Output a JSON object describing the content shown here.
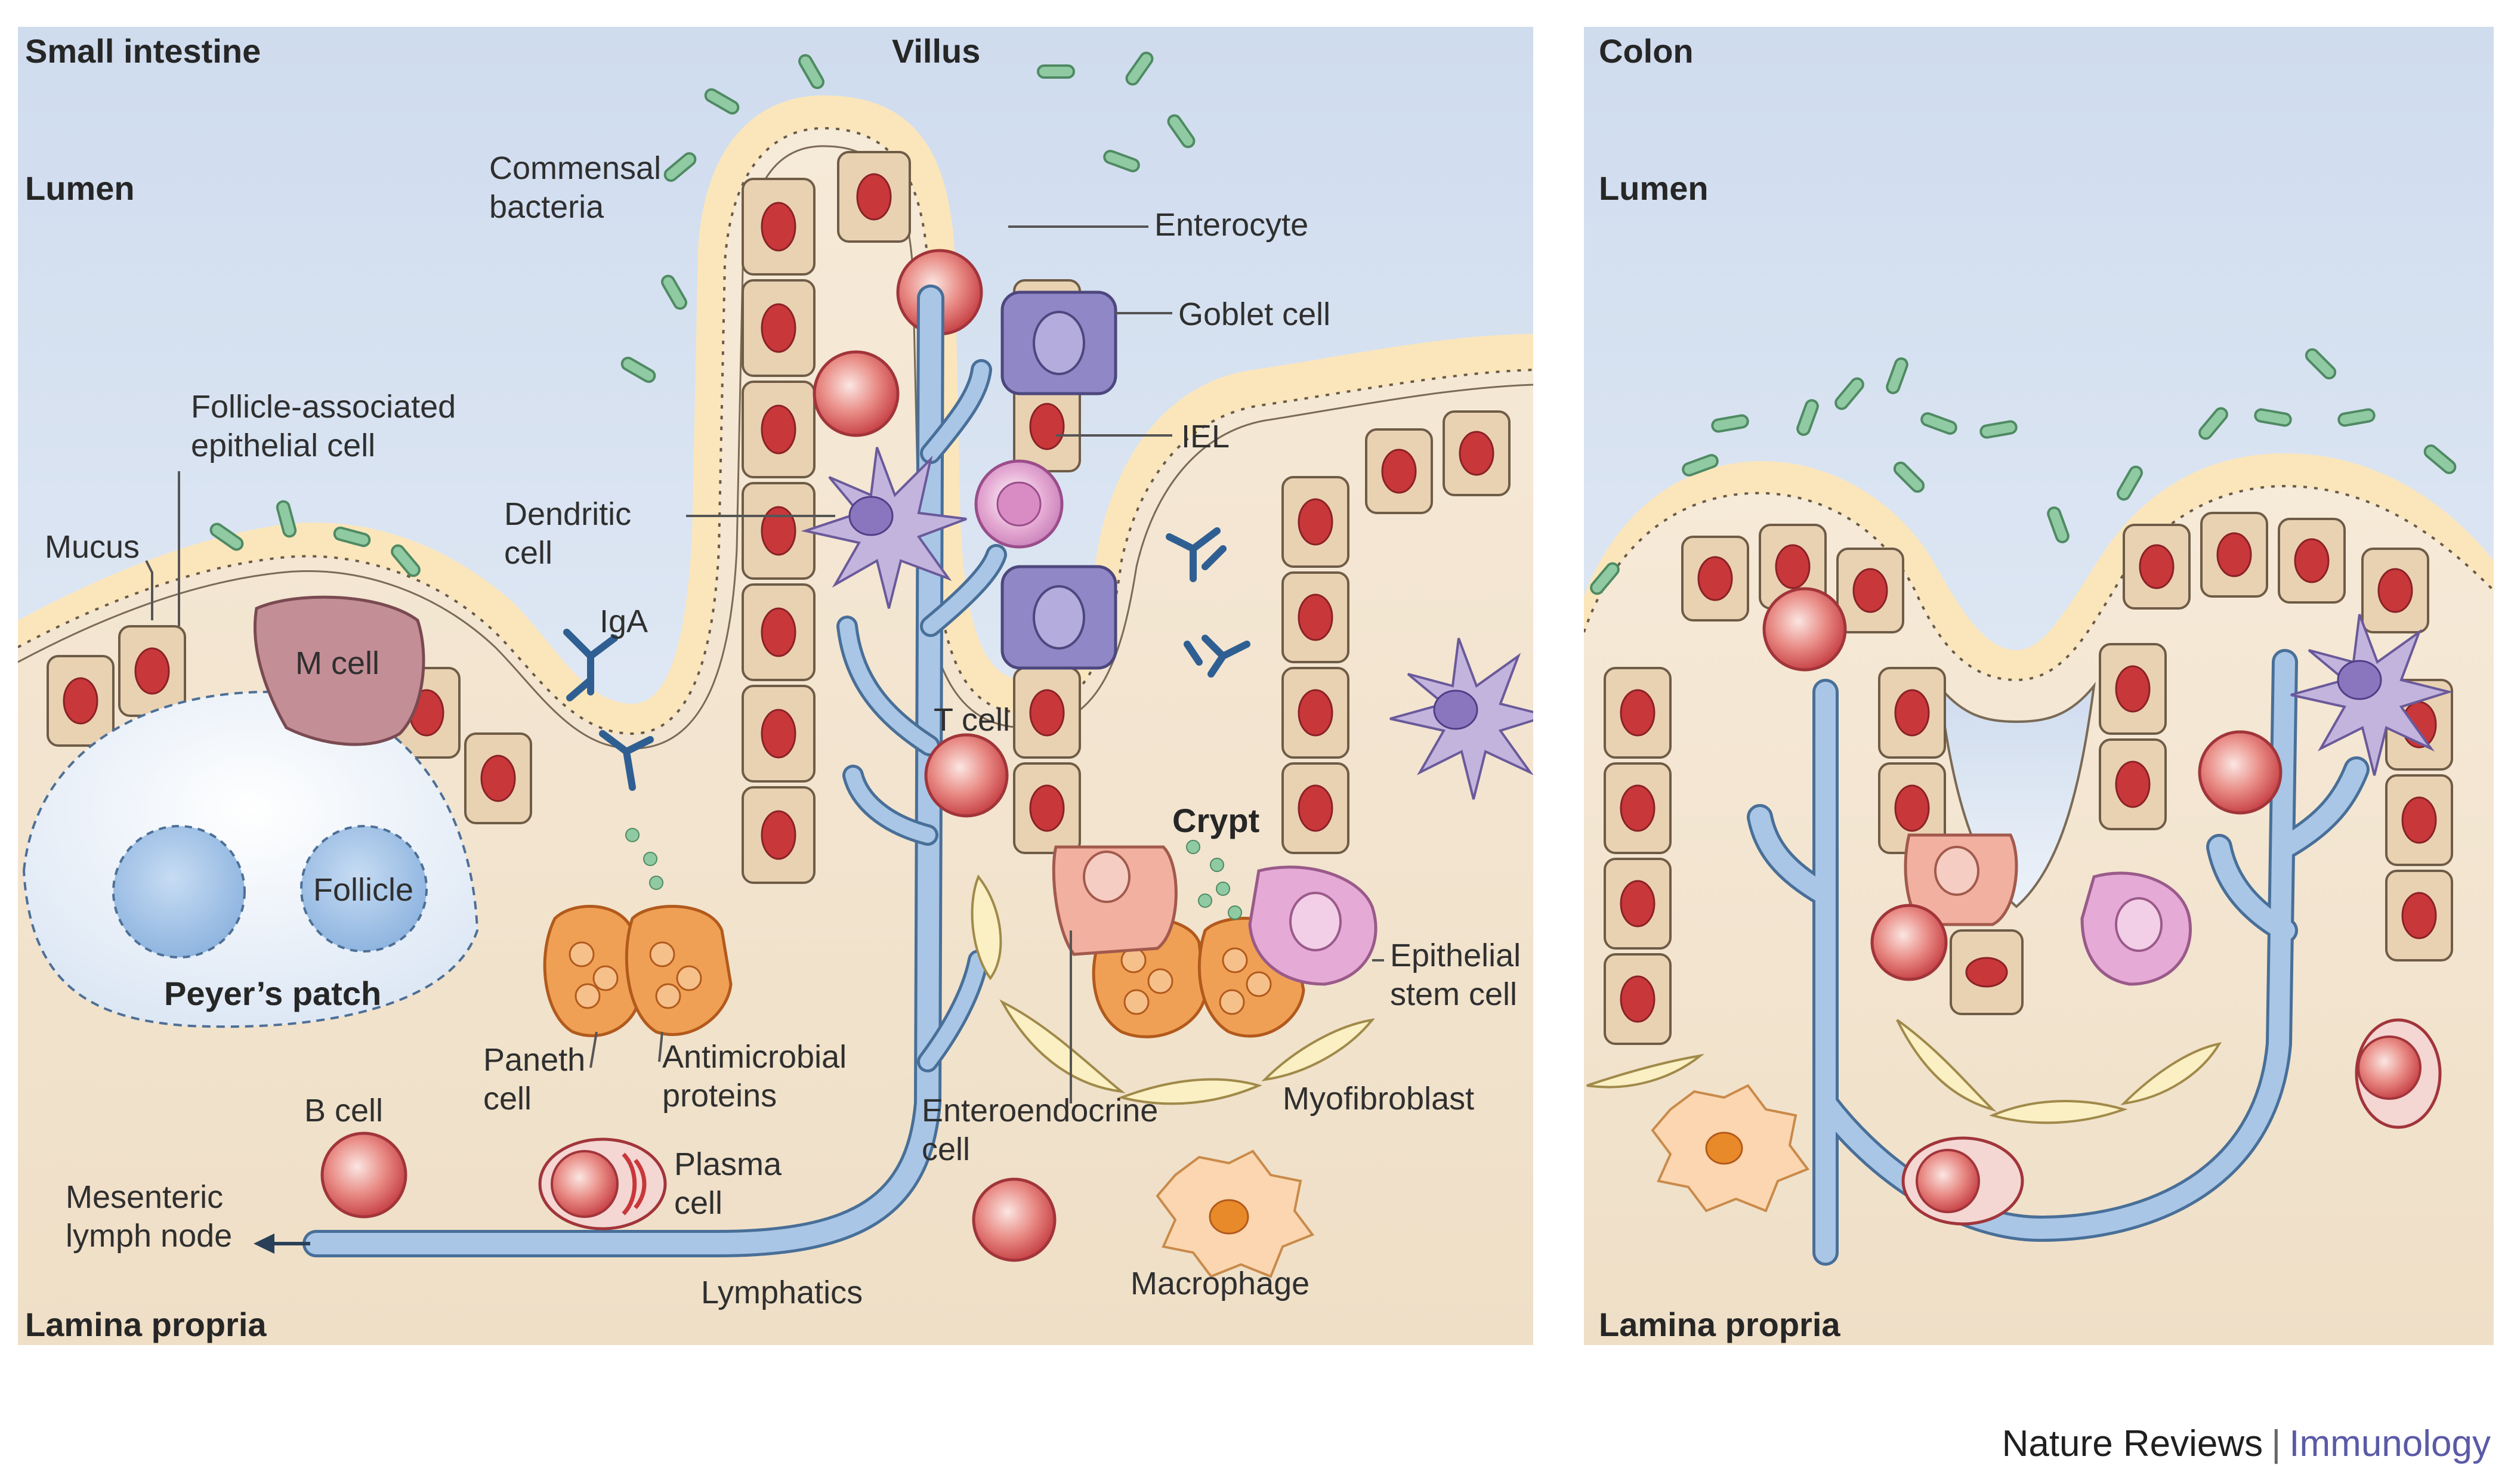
{
  "panels": {
    "small_intestine": {
      "title": "Small intestine",
      "lumen": "Lumen",
      "lamina": "Lamina propria"
    },
    "colon": {
      "title": "Colon",
      "lumen": "Lumen",
      "lamina": "Lamina propria"
    }
  },
  "labels": {
    "villus": "Villus",
    "commensal_1": "Commensal",
    "commensal_2": "bacteria",
    "enterocyte": "Enterocyte",
    "goblet": "Goblet cell",
    "iel": "IEL",
    "fae_1": "Follicle-associated",
    "fae_2": "epithelial cell",
    "mucus": "Mucus",
    "dendritic_1": "Dendritic",
    "dendritic_2": "cell",
    "iga": "IgA",
    "m_cell": "M cell",
    "follicle": "Follicle",
    "peyers_patch": "Peyer’s patch",
    "t_cell": "T cell",
    "crypt": "Crypt",
    "epithelial_stem_1": "Epithelial",
    "epithelial_stem_2": "stem cell",
    "paneth_1": "Paneth",
    "paneth_2": "cell",
    "antimicrobial_1": "Antimicrobial",
    "antimicrobial_2": "proteins",
    "enteroendocrine_1": "Enteroendocrine",
    "enteroendocrine_2": "cell",
    "myofibroblast": "Myofibroblast",
    "b_cell": "B cell",
    "plasma_1": "Plasma",
    "plasma_2": "cell",
    "mesenteric_1": "Mesenteric",
    "mesenteric_2": "lymph node",
    "lymphatics": "Lymphatics",
    "macrophage": "Macrophage"
  },
  "credit": {
    "publisher": "Nature Reviews",
    "separator": "|",
    "journal": "Immunology"
  },
  "colors": {
    "lumen_top": "#d2dff0",
    "lumen_bottom": "#eef3fa",
    "tissue": "#f3e4cf",
    "mucus": "#fbe7bd",
    "epithelial_cell": "#e8cfae",
    "nucleus": "#c8373a",
    "lymphatic": "#a9c6e6",
    "goblet": "#8f87c6",
    "paneth": "#f0a055",
    "dendritic": "#b7a6d4",
    "m_cell": "#c48e96",
    "follicle": "#a9c9ec",
    "bacteria": "#8fcaa3",
    "iga": "#2f5f92",
    "journal_accent": "#5b5aa6"
  }
}
